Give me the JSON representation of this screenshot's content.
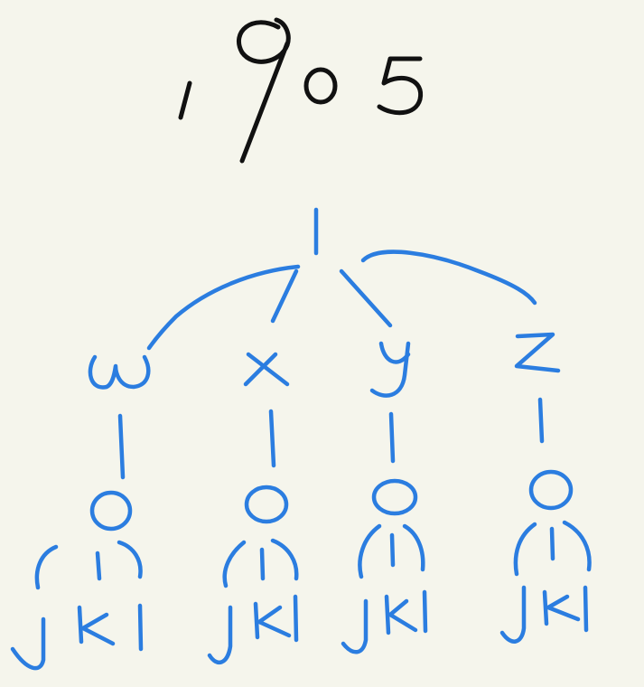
{
  "number": "1905",
  "colors": {
    "background": "#f5f5ec",
    "number_ink": "#111111",
    "tree_ink": "#2b7de0"
  },
  "tree": {
    "root": "1",
    "branches": [
      {
        "letter": "w",
        "child": "1",
        "grandchild": "0",
        "leaves": "jkl"
      },
      {
        "letter": "x",
        "child": "1",
        "grandchild": "0",
        "leaves": "jkl"
      },
      {
        "letter": "y",
        "child": "1",
        "grandchild": "0",
        "leaves": "jkl"
      },
      {
        "letter": "z",
        "child": "1",
        "grandchild": "0",
        "leaves": "jkl"
      }
    ]
  }
}
